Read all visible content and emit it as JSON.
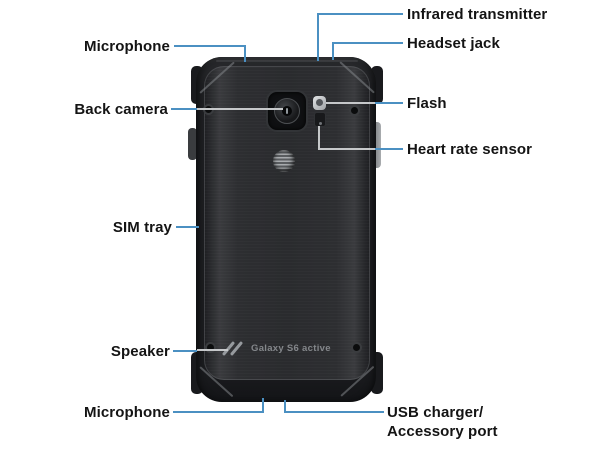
{
  "diagram": {
    "colors": {
      "callout_blue": "#4b90c2",
      "callout_gray": "#c6c8ca",
      "phone_body": "#1e1f22",
      "background": "#ffffff"
    },
    "labels": {
      "microphone_top": "Microphone",
      "infrared_transmitter": "Infrared transmitter",
      "headset_jack": "Headset jack",
      "back_camera": "Back camera",
      "flash": "Flash",
      "heart_rate_sensor": "Heart rate sensor",
      "sim_tray": "SIM tray",
      "speaker": "Speaker",
      "microphone_bottom": "Microphone",
      "usb_charger_line1": "USB charger/",
      "usb_charger_line2": "Accessory port"
    },
    "phone": {
      "brand_text": "Galaxy S6 active",
      "carrier_logo": "att-globe"
    }
  }
}
